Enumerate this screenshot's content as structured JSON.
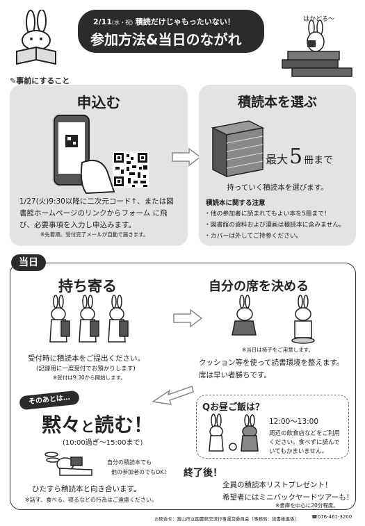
{
  "header": {
    "date": "2/11",
    "date_sub": "(水・祝)",
    "subtitle": "積読だけじゃもったいない！",
    "title": "参加方法&当日のながれ",
    "bunny_caption": "はかどる～"
  },
  "before": {
    "label": "事前にすること",
    "apply": {
      "title": "申込む",
      "body": "1/27(火)9:30以降に二次元コード↑、または図書館ホームページのリンクからフォーム に飛び、必要事項を入力し申込みます。",
      "note": "※先着順。受付完了メールが自動で届きます。"
    },
    "choose": {
      "title": "積読本を選ぶ",
      "limit_prefix": "最大",
      "limit_num": "5",
      "limit_suffix": "冊まで",
      "body": "持っていく積読本を選びます。",
      "caution_title": "積読本に関する注意",
      "cautions": [
        "・他の参加者に読まれてもよい本を5冊まで！",
        "・図書館の資料および漫画は積読本に含みません。",
        "・カバーは外してご持参ください。"
      ]
    }
  },
  "day": {
    "label": "当日",
    "bring": {
      "title": "持ち寄る",
      "body": "受付時に積読本をご提出ください。",
      "paren": "(記録用に一度受付でお預かりします)",
      "note": "※受付は9:30から開始します。"
    },
    "seat": {
      "title": "自分の席を決める",
      "chair_note": "※当日は椅子をご用意します。",
      "body1": "クッション等を使って読書環境を整えます。",
      "body2": "席は早い者勝ちです。"
    },
    "after": {
      "tag": "そのあとは…",
      "title_a": "黙々",
      "title_b": "と",
      "title_c": "読む！",
      "time": "(10:00過ぎ～15:00まで)",
      "aside1": "自分の積読本でも",
      "aside2": "他の参加者のでもOK！",
      "body": "ひたすら積読本と向き合います。",
      "note": "※話す、食べる、寝るなどの行為はご遠慮ください。"
    },
    "lunch": {
      "title": "Qお昼ご飯は？",
      "time": "12:00～13:00",
      "body1": "周辺の飲食店などをご利用",
      "body2": "ください。食べずに読んで",
      "body3": "いてもかまいません。"
    },
    "end": {
      "title": "終了後！",
      "line1": "全員の積読本リストプレゼント！",
      "line2": "希望者にはミニバックヤードツアーも！",
      "note": "※書庫を中心に20分程度。"
    }
  },
  "footer": {
    "contact": "お問合せ：富山市立図書館交流行事運営委員会（事務局：読書推進係）",
    "phone": "076-461-3200"
  },
  "colors": {
    "dark": "#2b2b2b",
    "panel": "#e3e3e3",
    "paper": "#ffffff"
  }
}
